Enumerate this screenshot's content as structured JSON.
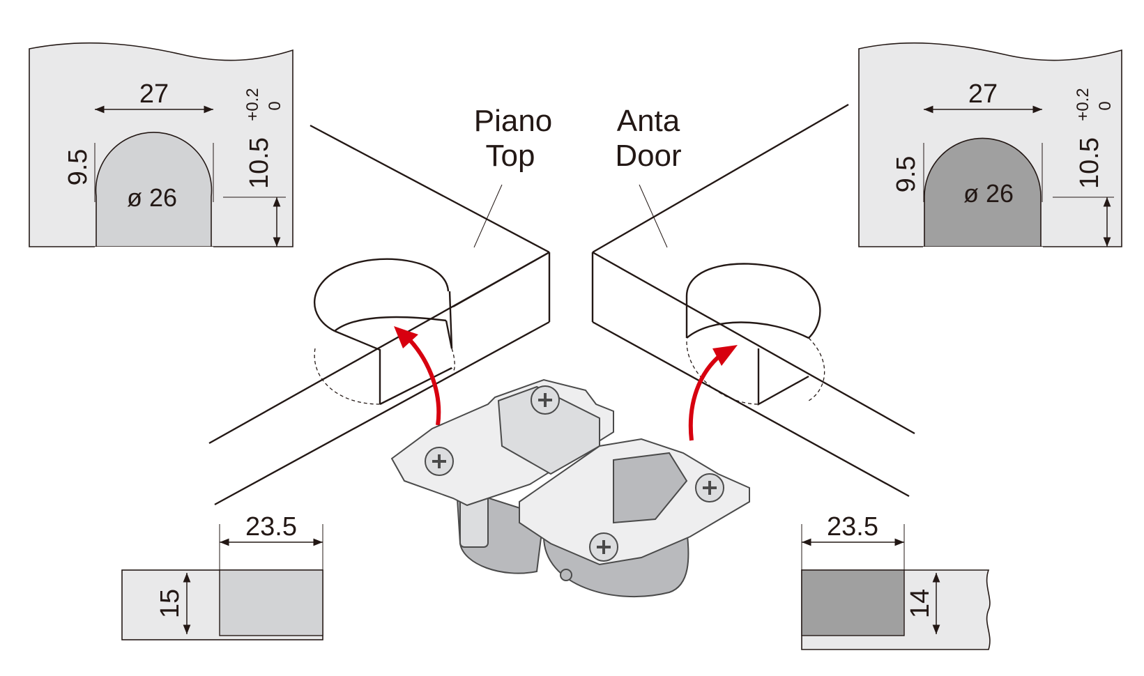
{
  "labels": {
    "top_it": "Piano",
    "top_en": "Top",
    "door_it": "Anta",
    "door_en": "Door"
  },
  "top_panel": {
    "width": "27",
    "offset": "9.5",
    "depth": "10.5",
    "tol_plus": "+0.2",
    "tol_zero": "0",
    "hole": "ø 26",
    "fill": "#d2d3d5"
  },
  "door_panel": {
    "width": "27",
    "offset": "9.5",
    "depth": "10.5",
    "tol_plus": "+0.2",
    "tol_zero": "0",
    "hole": "ø 26",
    "fill": "#a0a0a0"
  },
  "top_section": {
    "width": "23.5",
    "height": "15",
    "fill": "#d2d3d5"
  },
  "door_section": {
    "width": "23.5",
    "height": "14",
    "fill": "#a0a0a0"
  },
  "colors": {
    "arrow": "#d7000f",
    "line": "#231815",
    "panel_bg": "#e9e9ea"
  }
}
